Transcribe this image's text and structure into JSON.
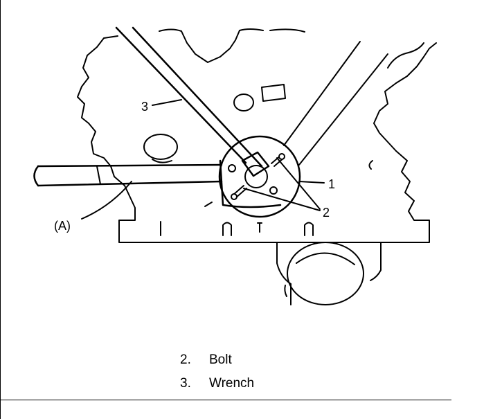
{
  "diagram": {
    "callouts": {
      "part_1": "1",
      "part_2": "2",
      "part_3": "3",
      "tool_a": "(A)"
    }
  },
  "legend": {
    "items": [
      {
        "number": "2.",
        "label": "Bolt"
      },
      {
        "number": "3.",
        "label": "Wrench"
      }
    ]
  }
}
